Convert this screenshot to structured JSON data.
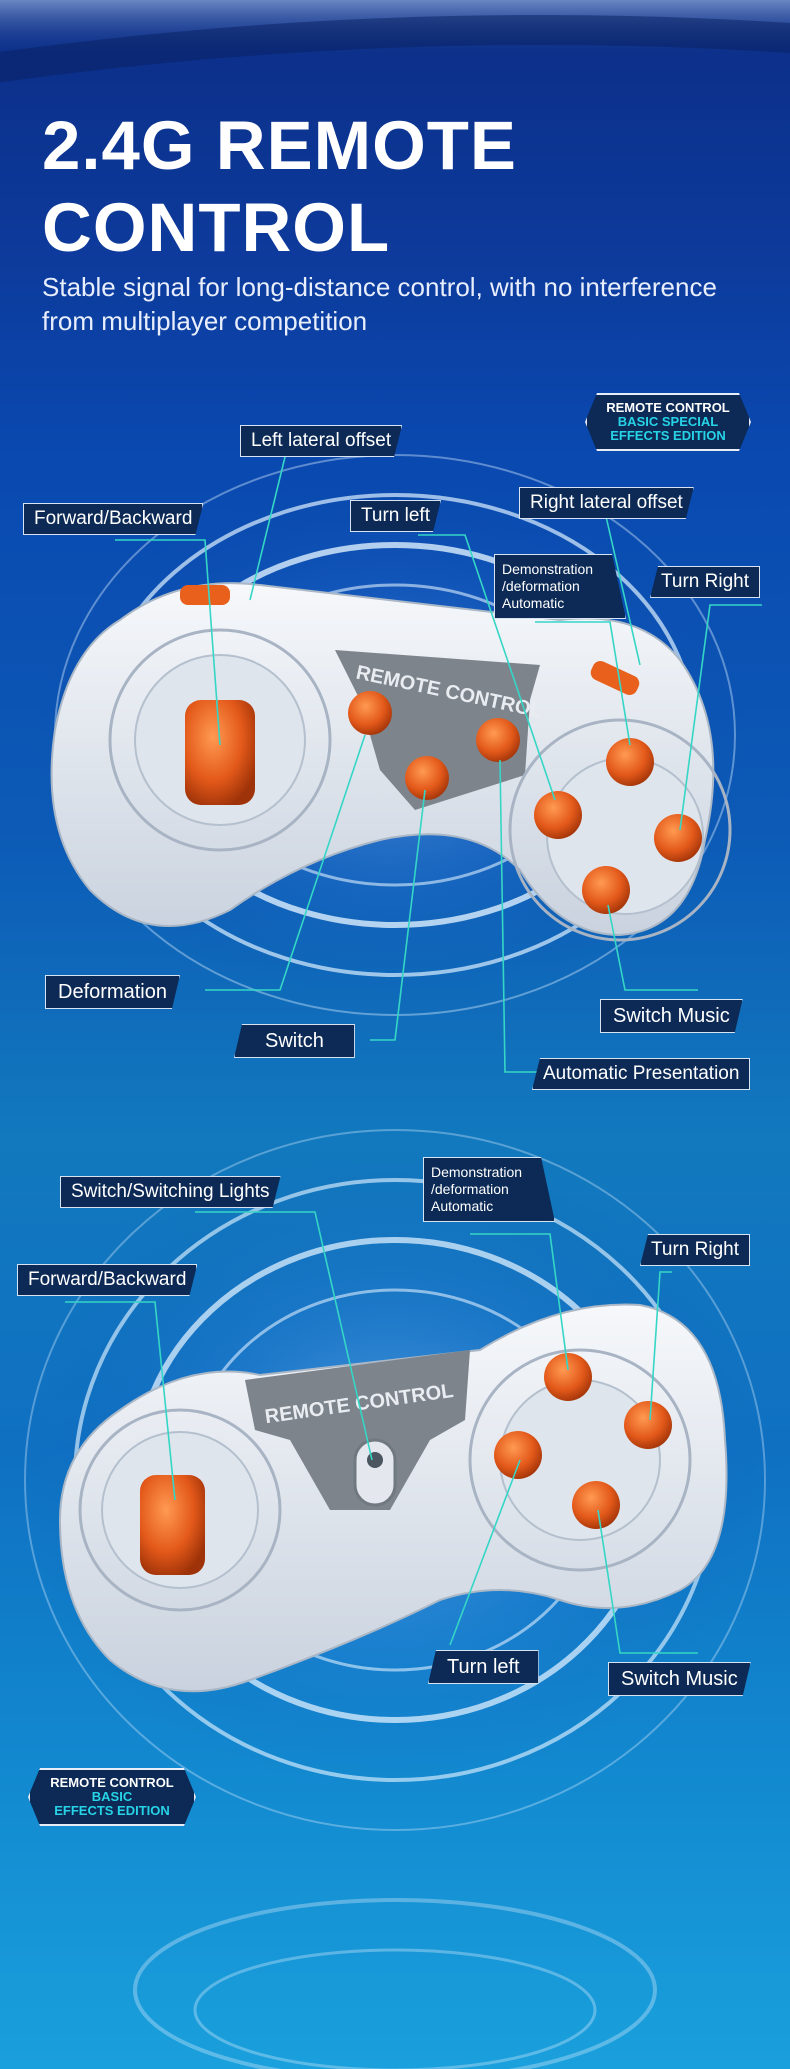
{
  "header": {
    "title_line1": "2.4G REMOTE",
    "title_line2": "CONTROL",
    "subtitle": "Stable signal for long-distance control, with no interference from multiplayer competition"
  },
  "controller1": {
    "badge": {
      "line1": "REMOTE CONTROL",
      "line2": "BASIC SPECIAL",
      "line3": "EFFECTS EDITION"
    },
    "panel_text": "REMOTE CONTROL",
    "labels": {
      "left_lateral_offset": "Left lateral offset",
      "forward_backward": "Forward/Backward",
      "turn_left": "Turn left",
      "right_lateral_offset": "Right lateral offset",
      "demonstration": [
        "Demonstration",
        "/deformation",
        "Automatic"
      ],
      "turn_right": "Turn Right",
      "deformation": "Deformation",
      "switch": "Switch",
      "switch_music": "Switch Music",
      "automatic_presentation": "Automatic Presentation"
    }
  },
  "controller2": {
    "badge": {
      "line1": "REMOTE CONTROL",
      "line2": "BASIC",
      "line3": "EFFECTS EDITION"
    },
    "panel_text": "REMOTE CONTROL",
    "labels": {
      "switch_lights": "Switch/Switching Lights",
      "forward_backward": "Forward/Backward",
      "demonstration": [
        "Demonstration",
        "/deformation",
        "Automatic"
      ],
      "turn_right": "Turn Right",
      "turn_left": "Turn left",
      "switch_music": "Switch Music"
    }
  },
  "colors": {
    "accent": "#e8601c",
    "label_bg": "#0c2a55",
    "cyan": "#27d3e6",
    "line": "#35d6c6"
  }
}
